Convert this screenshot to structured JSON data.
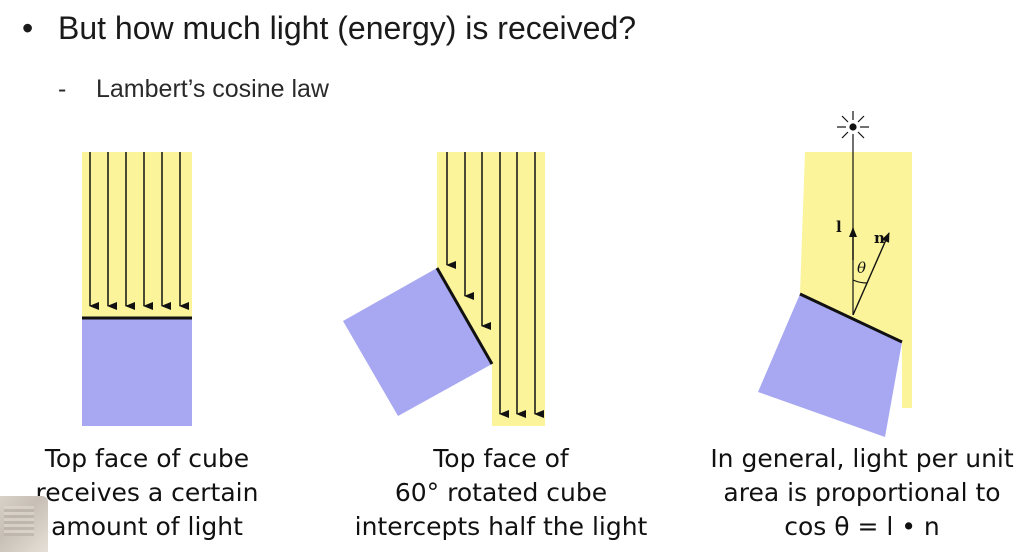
{
  "slide": {
    "bullet_symbol": "•",
    "bullet_text": "But how much light (energy) is received?",
    "sub_symbol": "-",
    "sub_text": "Lambert’s cosine law"
  },
  "diagrams": [
    {
      "caption": [
        "Top face of cube",
        "receives a certain",
        "amount of light"
      ]
    },
    {
      "caption": [
        "Top face of",
        "60° rotated cube",
        "intercepts half the light"
      ]
    },
    {
      "caption": [
        "In general, light per unit",
        "area is proportional to",
        "cos θ = l • n"
      ],
      "labels": {
        "light": "l",
        "normal": "n",
        "angle": "θ"
      }
    }
  ],
  "colors": {
    "light": "#fbf49a",
    "cube": "#a8a8f2",
    "ray": "#111111"
  }
}
